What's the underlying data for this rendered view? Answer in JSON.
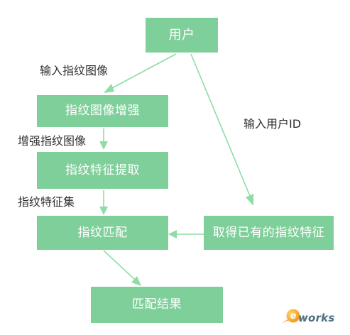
{
  "diagram": {
    "nodes": {
      "user": "用户",
      "enhance": "指纹图像增强",
      "extract": "指纹特征提取",
      "match": "指纹匹配",
      "fetch": "取得已有的指纹特征",
      "result": "匹配结果"
    },
    "edge_labels": {
      "input_image": "输入指纹图像",
      "enhanced_image": "增强指纹图像",
      "feature_set": "指纹特征集",
      "input_user_id": "输入用户ID"
    }
  },
  "watermark": {
    "text": "works",
    "mark": "e"
  },
  "colors": {
    "box_fill": "#7fcf9a",
    "arrow": "#8fdca6",
    "text": "#2f2f2f"
  }
}
